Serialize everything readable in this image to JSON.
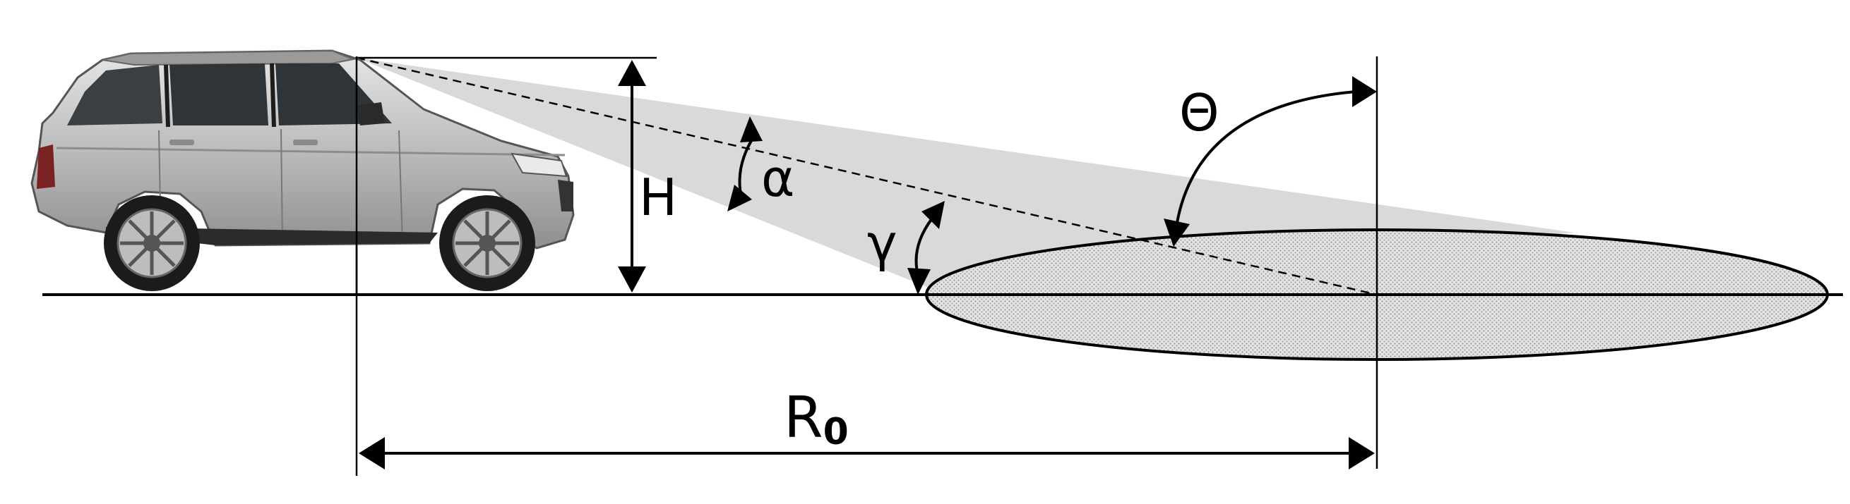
{
  "labels": {
    "height": "H",
    "alpha": "α",
    "gamma": "γ",
    "theta": "Θ",
    "range_main": "R",
    "range_sub": "0"
  },
  "colors": {
    "beam_fill": "#d9d9d9",
    "footprint_fill": "#cfcfcf",
    "line": "#000000",
    "car_body": "#bdbdbd"
  },
  "icons": {
    "vehicle": "suv-side-view-icon"
  }
}
